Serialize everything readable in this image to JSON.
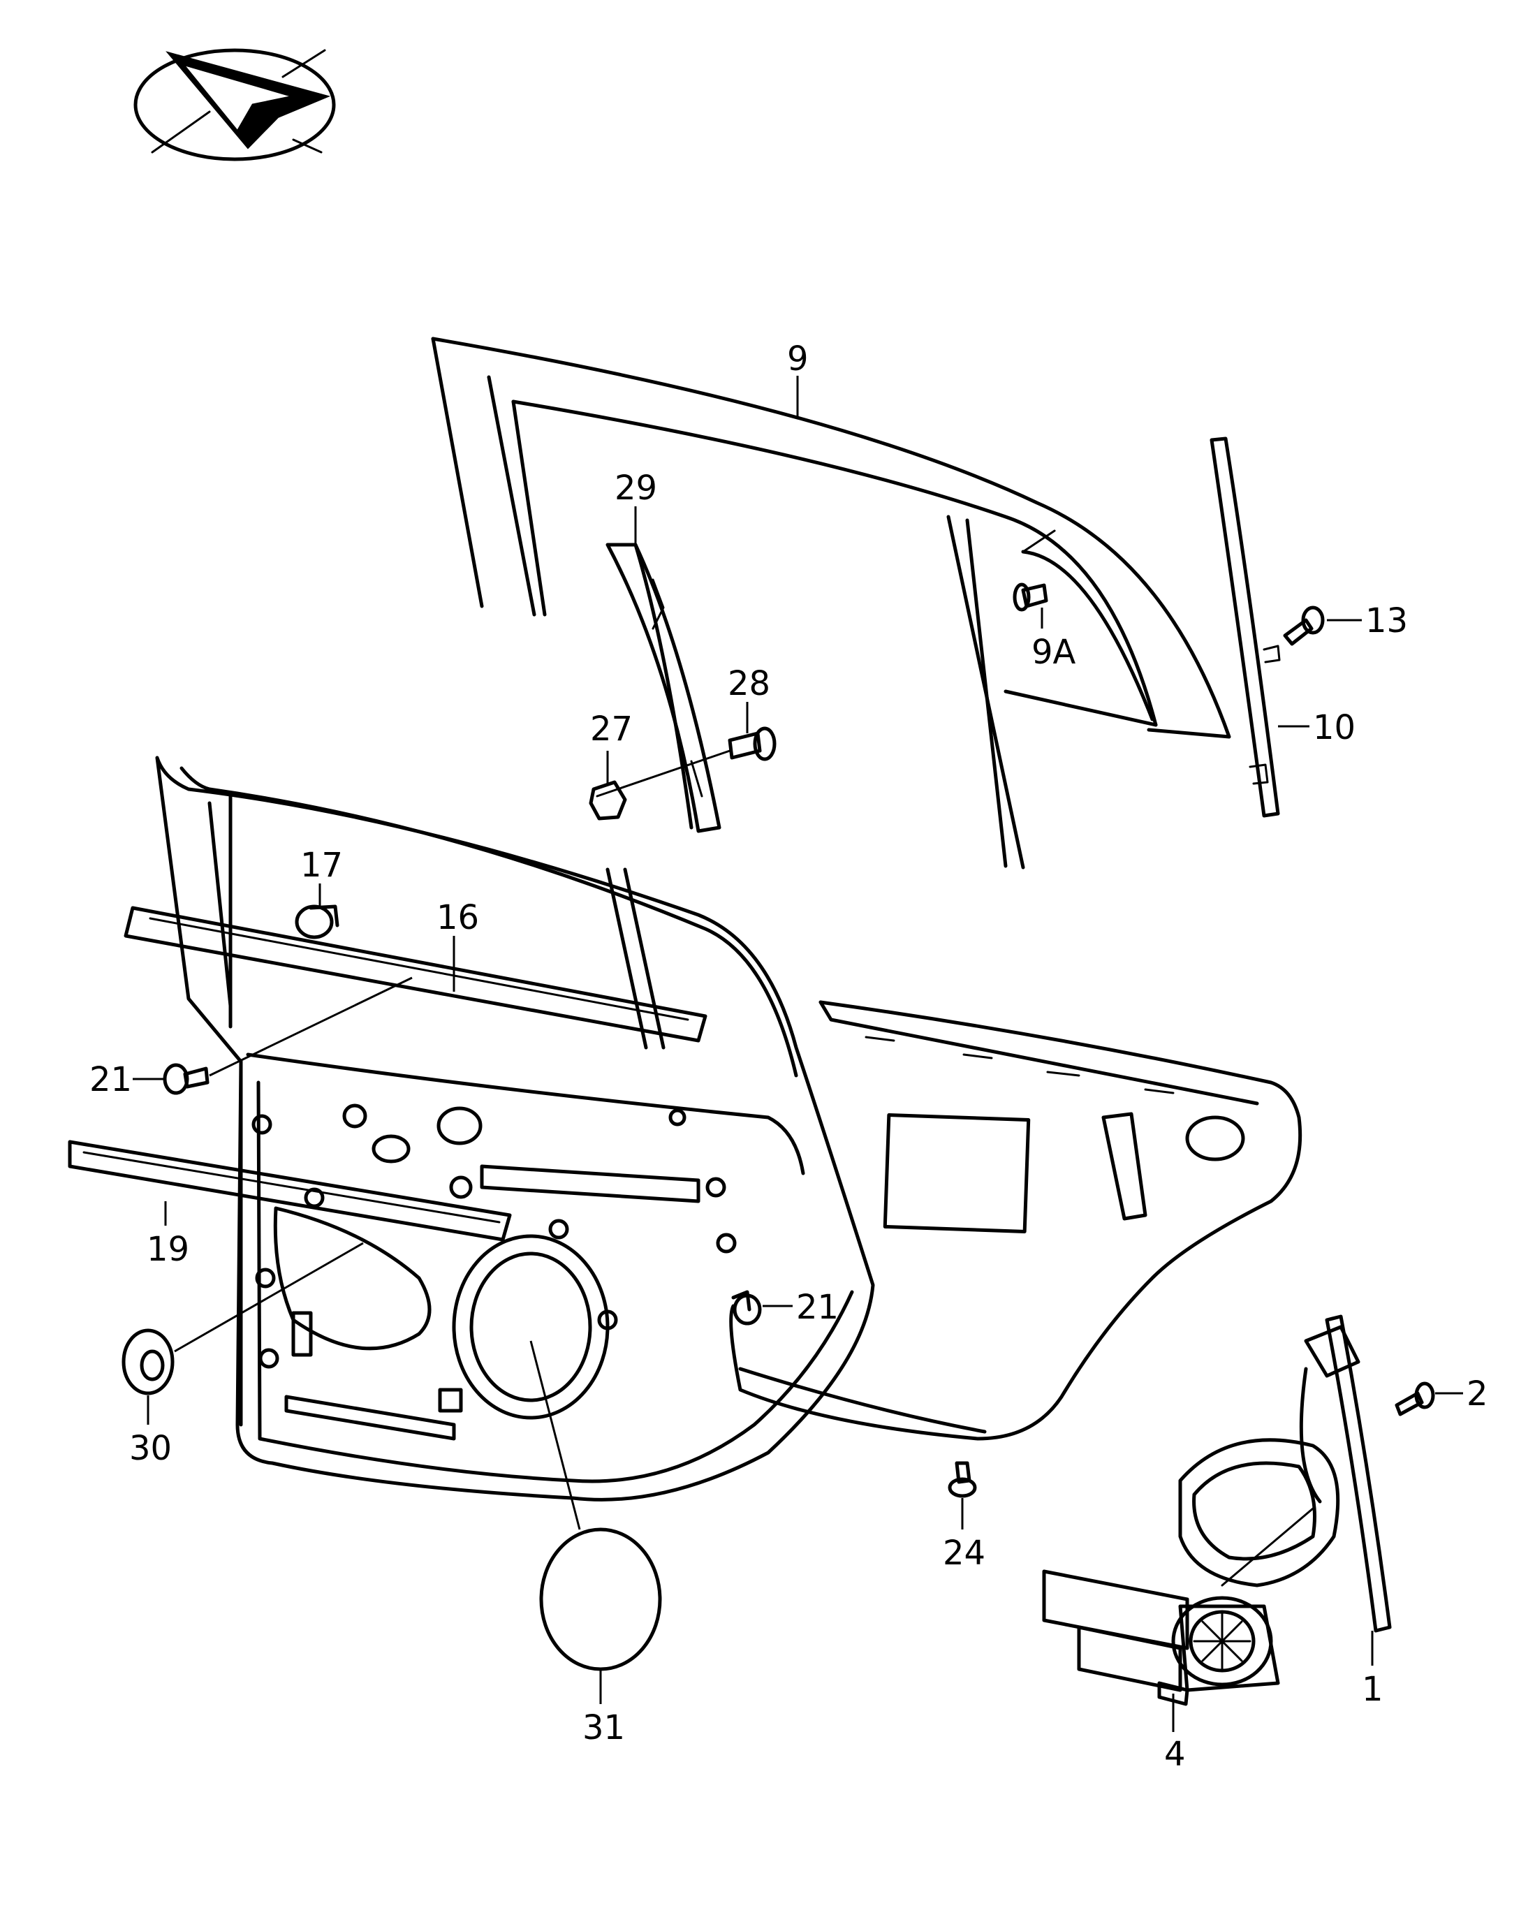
{
  "callouts": {
    "c1": "1",
    "c2": "2",
    "c4": "4",
    "c9": "9",
    "c9a": "9A",
    "c10": "10",
    "c13": "13",
    "c16": "16",
    "c17": "17",
    "c19": "19",
    "c21a": "21",
    "c21b": "21",
    "c24": "24",
    "c27": "27",
    "c28": "28",
    "c29": "29",
    "c30": "30",
    "c31": "31"
  },
  "icons": {
    "orientation": "orientation-arrow-icon"
  }
}
